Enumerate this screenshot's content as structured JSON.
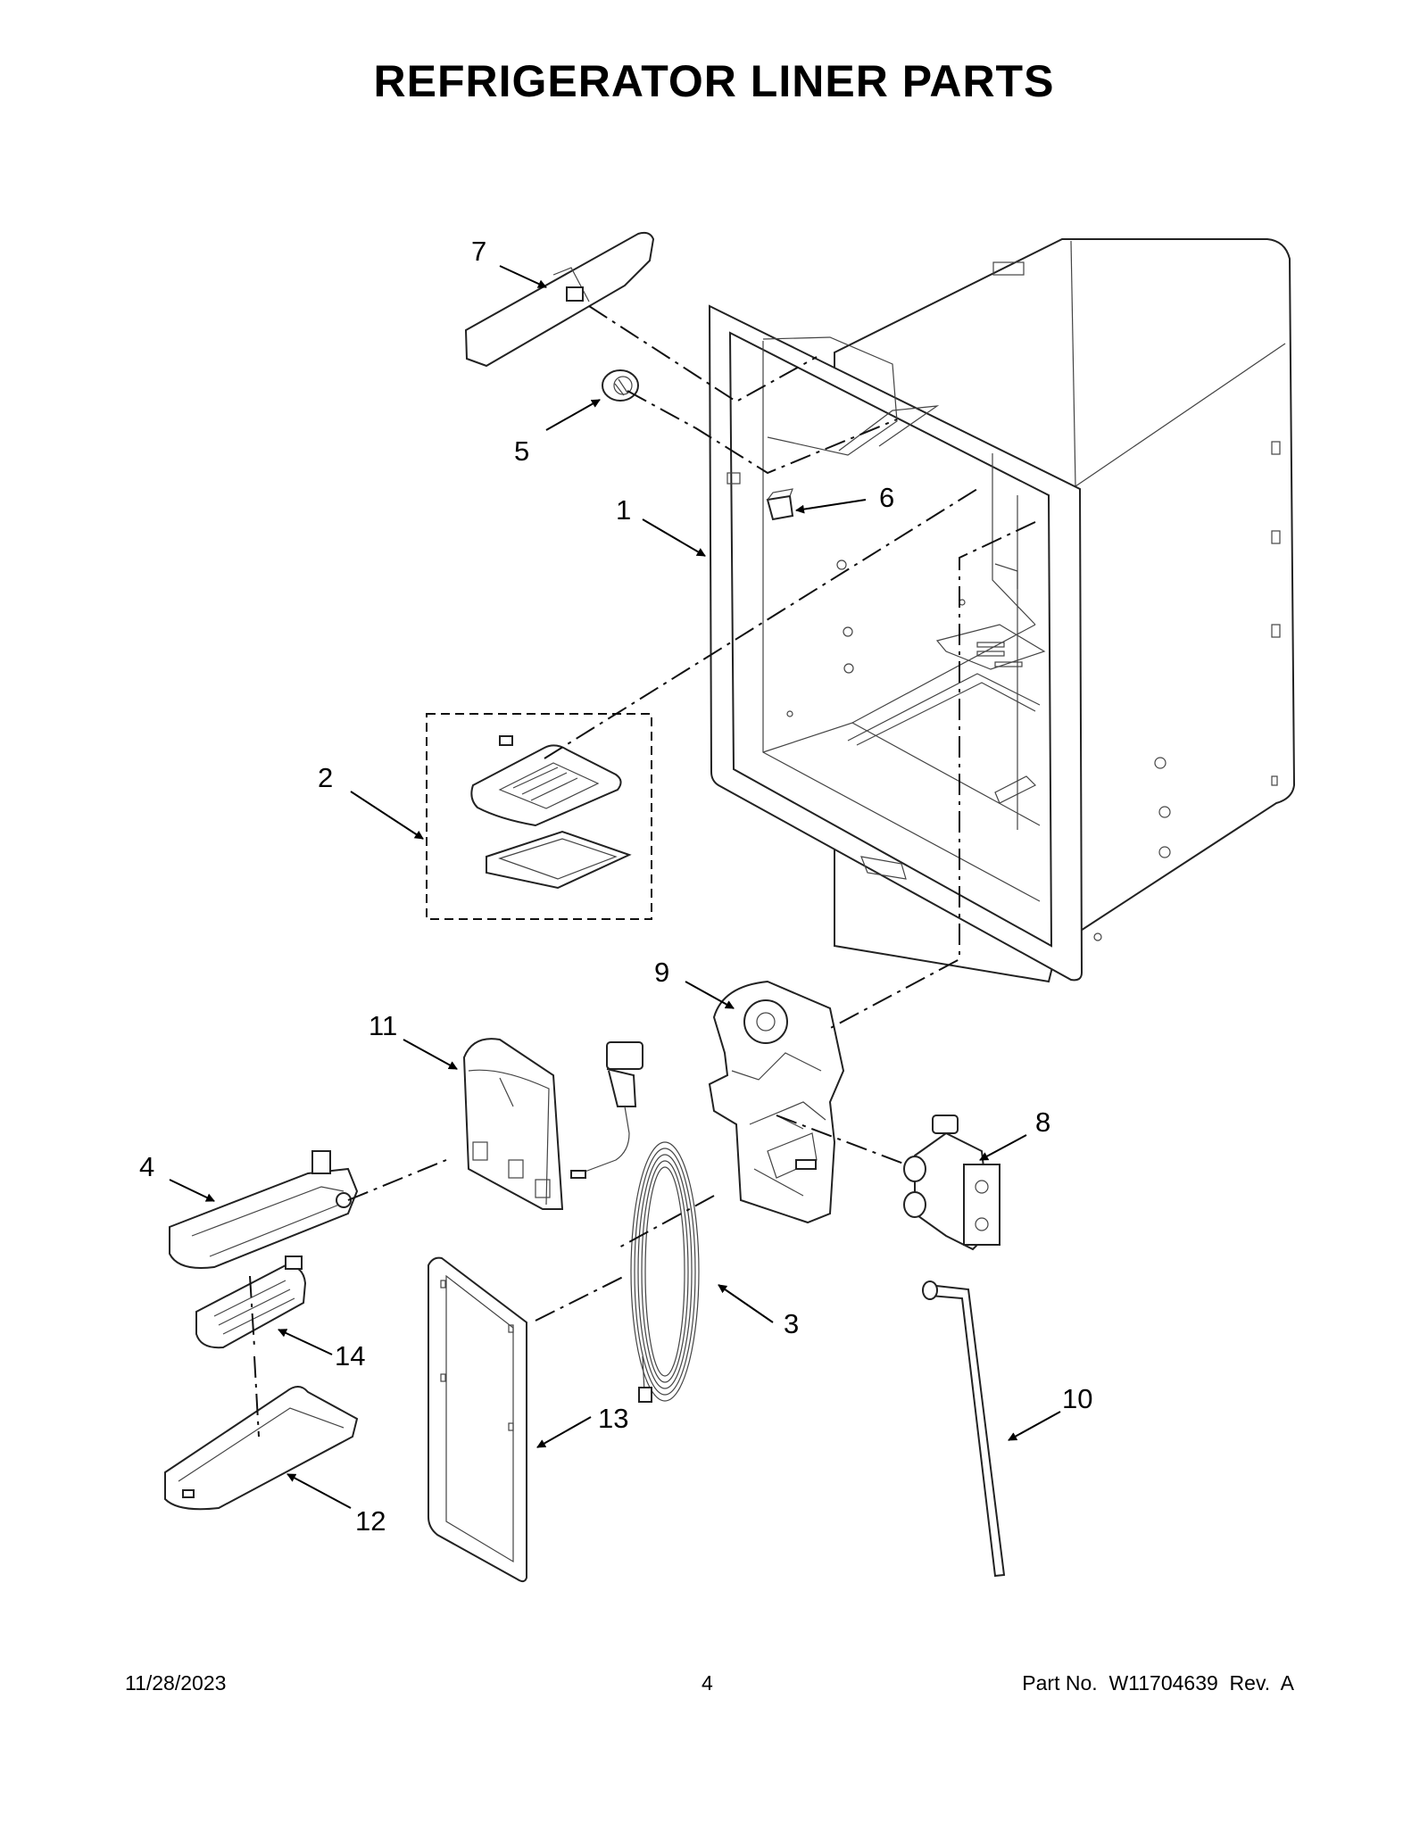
{
  "title": "REFRIGERATOR LINER PARTS",
  "callouts": {
    "c1": "1",
    "c2": "2",
    "c3": "3",
    "c4": "4",
    "c5": "5",
    "c6": "6",
    "c7": "7",
    "c8": "8",
    "c9": "9",
    "c10": "10",
    "c11": "11",
    "c12": "12",
    "c13": "13",
    "c14": "14"
  },
  "footer": {
    "date": "11/28/2023",
    "page": "4",
    "part": "Part No.  W11704639  Rev.  A"
  }
}
